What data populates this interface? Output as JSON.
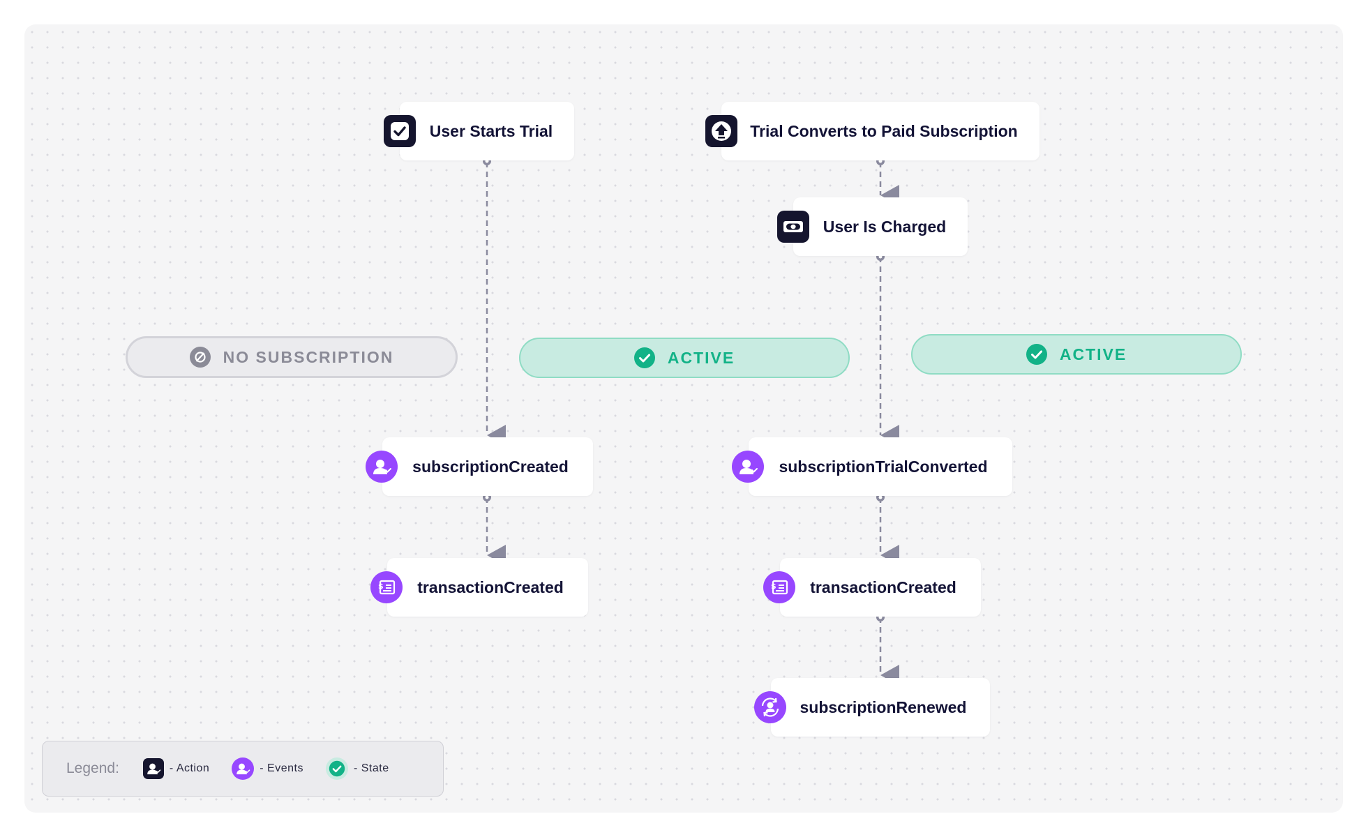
{
  "nodes": {
    "user_starts_trial": {
      "label": "User Starts Trial",
      "icon": "checkbox-icon"
    },
    "trial_converts": {
      "label": "Trial Converts to Paid Subscription",
      "icon": "upload-arrow-icon"
    },
    "user_is_charged": {
      "label": "User Is Charged",
      "icon": "money-bill-icon"
    },
    "subscription_created": {
      "label": "subscriptionCreated",
      "icon": "user-check-icon"
    },
    "transaction_created_left": {
      "label": "transactionCreated",
      "icon": "receipt-icon"
    },
    "subscription_trial_converted": {
      "label": "subscriptionTrialConverted",
      "icon": "user-check-icon"
    },
    "transaction_created_right": {
      "label": "transactionCreated",
      "icon": "receipt-icon"
    },
    "subscription_renewed": {
      "label": "subscriptionRenewed",
      "icon": "renew-icon"
    }
  },
  "states": {
    "no_subscription": {
      "label": "NO SUBSCRIPTION",
      "icon": "empty-set-icon"
    },
    "active_1": {
      "label": "ACTIVE",
      "icon": "check-circle-icon"
    },
    "active_2": {
      "label": "ACTIVE",
      "icon": "check-circle-icon"
    }
  },
  "edges": [
    {
      "from": "user_starts_trial",
      "to": "subscription_created"
    },
    {
      "from": "subscription_created",
      "to": "transaction_created_left"
    },
    {
      "from": "trial_converts",
      "to": "user_is_charged"
    },
    {
      "from": "user_is_charged",
      "to": "subscription_trial_converted"
    },
    {
      "from": "subscription_trial_converted",
      "to": "transaction_created_right"
    },
    {
      "from": "transaction_created_right",
      "to": "subscription_renewed"
    }
  ],
  "legend": {
    "title": "Legend:",
    "action": "- Action",
    "events": "- Events",
    "state": "- State"
  },
  "colors": {
    "action_icon_bg": "#15152e",
    "event_icon_bg": "#9747ff",
    "state_active_bg": "#c8ebe1",
    "state_active_text": "#12b287",
    "state_none_text": "#8b8b97",
    "connector": "#8a8a9e"
  }
}
